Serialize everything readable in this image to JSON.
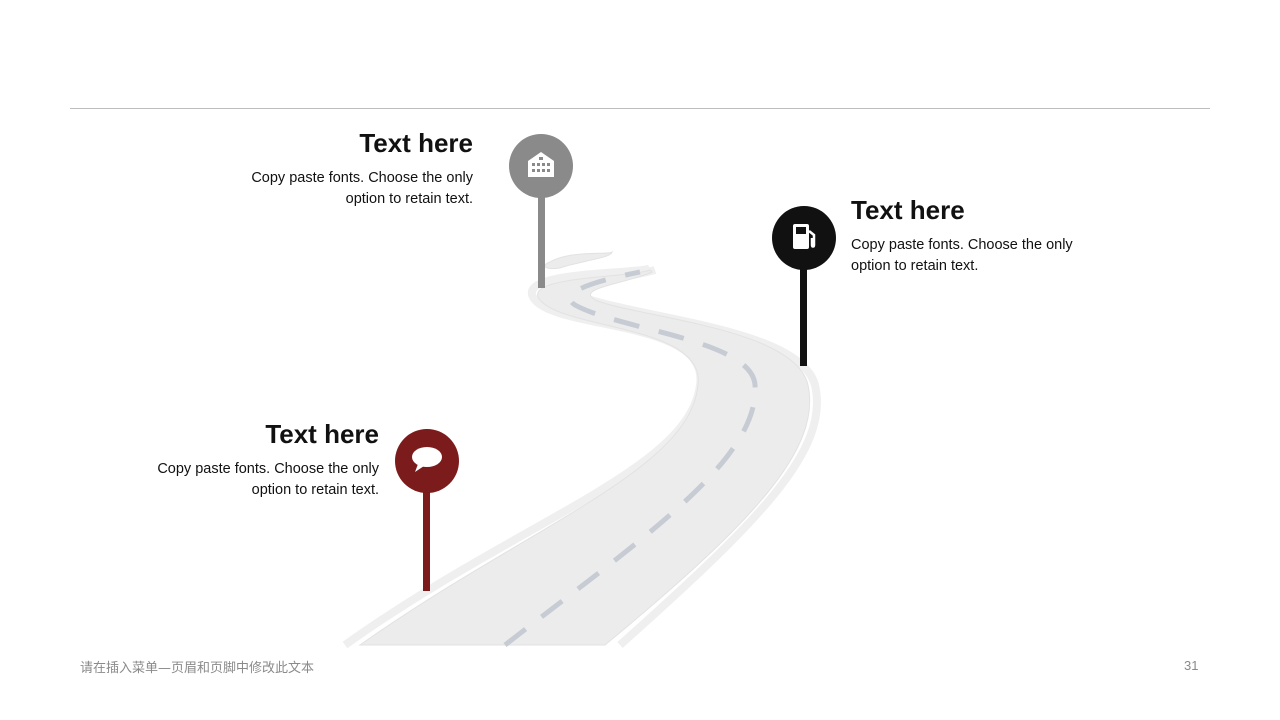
{
  "slide": {
    "blocks": [
      {
        "title": "Text here",
        "desc_line1": "Copy paste fonts. Choose the only",
        "desc_line2": "option to retain text."
      },
      {
        "title": "Text here",
        "desc_line1": "Copy paste fonts. Choose the only",
        "desc_line2": "option to retain text."
      },
      {
        "title": "Text here",
        "desc_line1": "Copy paste fonts. Choose the only",
        "desc_line2": "option to retain text."
      }
    ],
    "pins": [
      {
        "icon": "building-icon",
        "color": "#8a8a8a"
      },
      {
        "icon": "fuel-pump-icon",
        "color": "#111111"
      },
      {
        "icon": "speech-bubble-icon",
        "color": "#7b1b1b"
      }
    ]
  },
  "footer": {
    "text": "请在插入菜单—页眉和页脚中修改此文本",
    "page_number": "31"
  }
}
